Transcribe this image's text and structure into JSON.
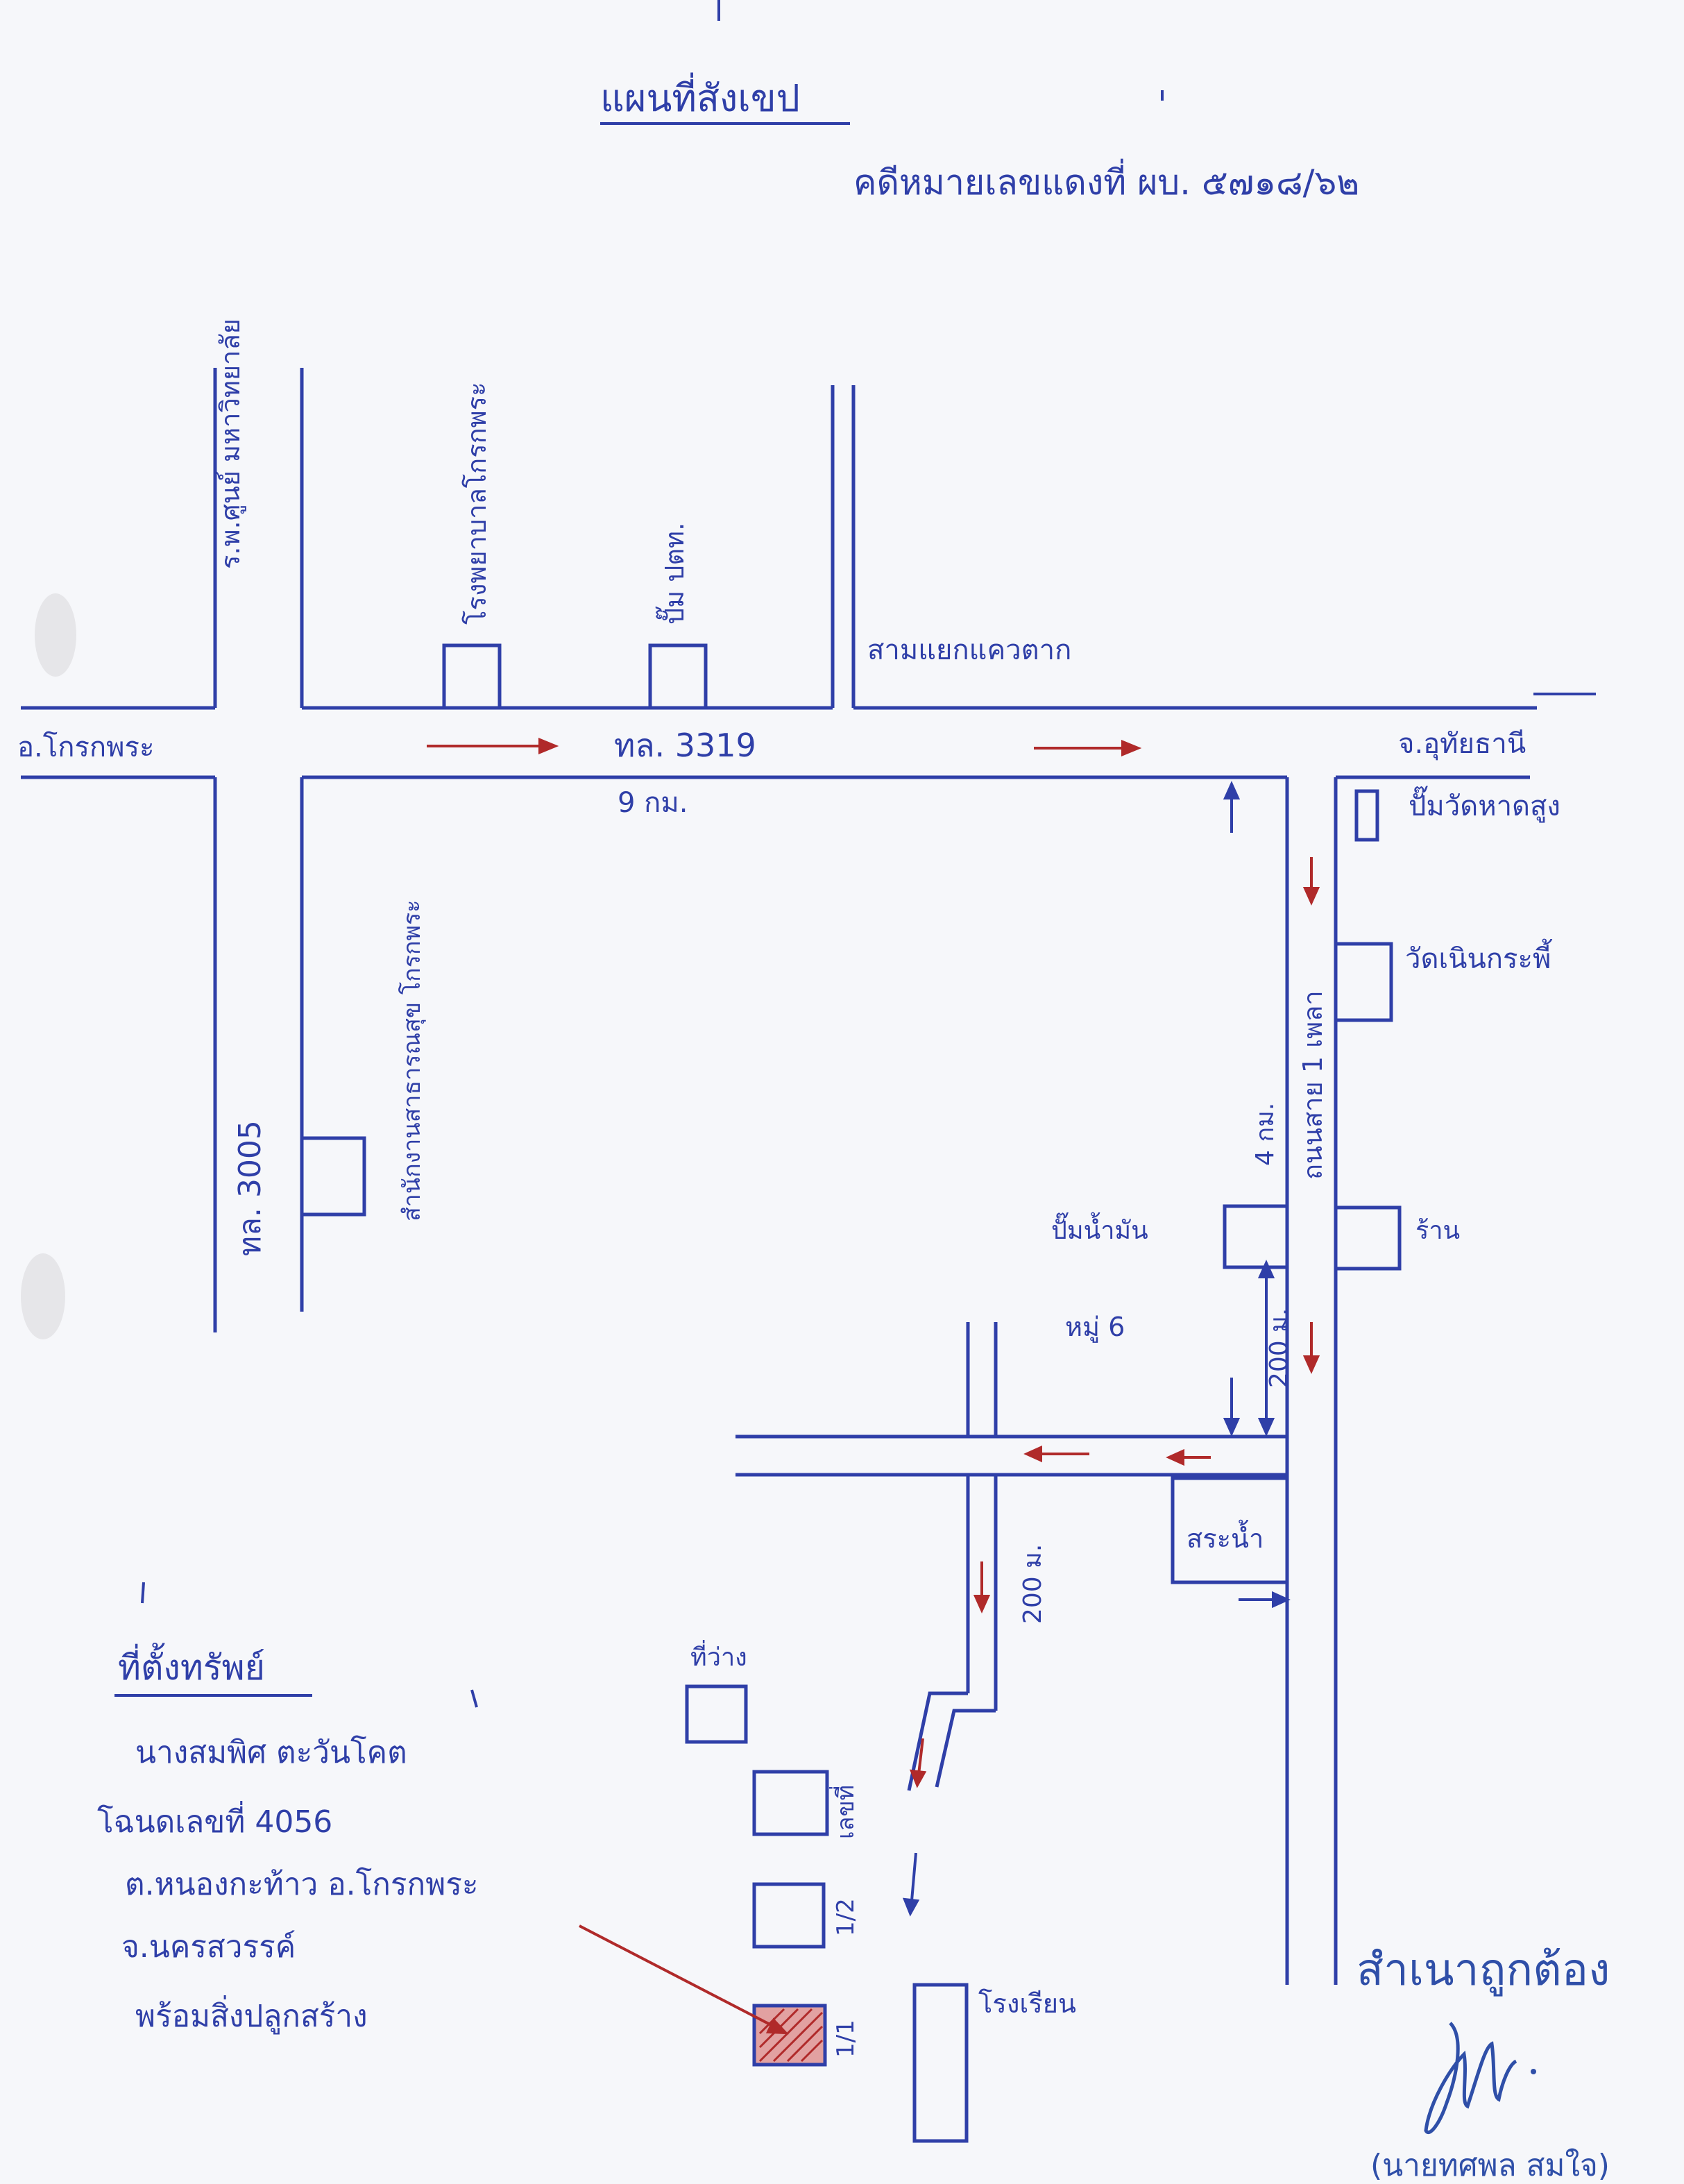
{
  "header": {
    "title": "แผนที่สังเขป",
    "case_no": "คดีหมายเลขแดงที่ ผบ. ๕๗๑๘/๖๒"
  },
  "roads": {
    "main_road": "ทล. 3319",
    "main_distance": "9 กม.",
    "left_road": "ทล. 3005",
    "right_road": "ถนนสาย 1 เพลา",
    "right_distance": "4 กม.",
    "side_distance_1": "200 ม.",
    "side_distance_2": "200 ม."
  },
  "directions": {
    "west": "อ.โกรกพระ",
    "east": "จ.อุทัยธานี"
  },
  "landmarks": {
    "hospital_left": "ร.พ.ศูนย์ มหาวิทยาลัย",
    "hospital_ward": "โรงพยาบาลโกรกพระ",
    "gas_station": "ปั๊ม ปตท.",
    "junction": "สามแยกแควตาก",
    "temple_1": "ปั๊มวัดหาดสูง",
    "temple_2": "วัดเนินกระพี้",
    "district_office": "สำนักงานสาธารณสุข โกรกพระ",
    "shop_1": "ปั๊มน้ำมัน",
    "shop_2": "ร้าน",
    "village": "หมู่ 6",
    "pond": "สระน้ำ",
    "empty_land": "ที่ว่าง",
    "house_no": "เลขที่",
    "plot_1_2": "1/2",
    "plot_1_1": "1/1",
    "school": "โรงเรียน"
  },
  "property_note": {
    "title": "ที่ตั้งทรัพย์",
    "line1": "นางสมพิศ ตะวันโคต",
    "line2": "โฉนดเลขที่ 4056",
    "line3": "ต.หนองกะท้าว อ.โกรกพระ",
    "line4": "จ.นครสวรรค์",
    "line5": "พร้อมสิ่งปลูกสร้าง"
  },
  "certification": {
    "stamp": "สำเนาถูกต้อง",
    "signer": "(นายทศพล สมใจ)"
  },
  "colors": {
    "ink_blue": "#2f3fa8",
    "ink_red": "#b02a2a"
  }
}
